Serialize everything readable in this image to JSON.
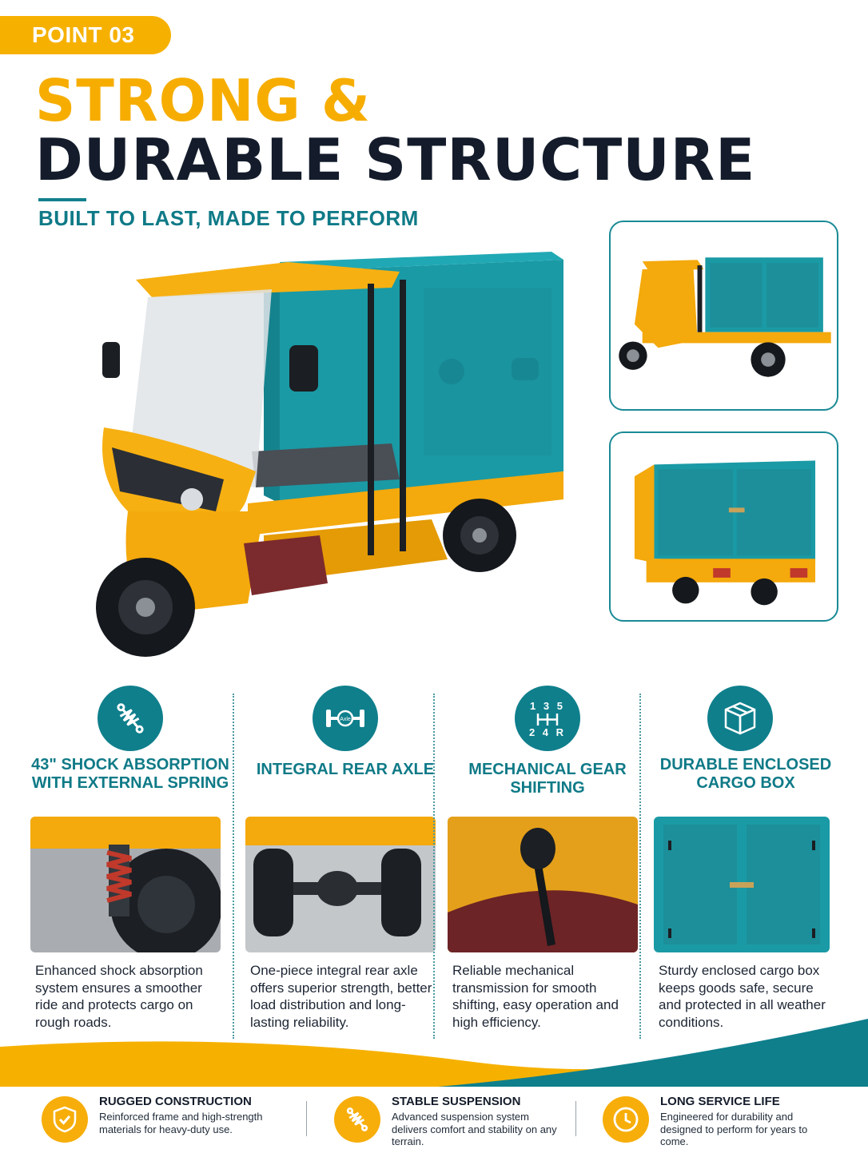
{
  "badge": {
    "label": "POINT 03"
  },
  "headline": {
    "line1": "STRONG &",
    "line2": "DURABLE STRUCTURE"
  },
  "subtitle": "BUILT TO LAST, MADE TO PERFORM",
  "colors": {
    "accent_yellow": "#f6ad00",
    "teal": "#0f7f8c",
    "navy": "#141c2b"
  },
  "features": [
    {
      "icon": "shock-absorber-icon",
      "title": "43\" SHOCK ABSORPTION WITH EXTERNAL SPRING",
      "description": "Enhanced shock absorption system ensures a smoother ride and protects cargo on rough roads."
    },
    {
      "icon": "rear-axle-icon",
      "title": "INTEGRAL REAR AXLE",
      "description": "One-piece integral rear axle offers superior strength, better load distribution and long-lasting reliability."
    },
    {
      "icon": "gear-shift-icon",
      "title": "MECHANICAL GEAR SHIFTING",
      "description": "Reliable mechanical transmission for smooth shifting, easy operation and high efficiency."
    },
    {
      "icon": "cargo-box-icon",
      "title": "DURABLE ENCLOSED CARGO BOX",
      "description": "Sturdy enclosed cargo box keeps goods safe, secure and protected in all weather conditions."
    }
  ],
  "gear_pattern": {
    "top": "1 3 5",
    "bottom": "2 4 R"
  },
  "axle_icon_label": "Axle",
  "bottom": [
    {
      "icon": "shield-check-icon",
      "title": "RUGGED CONSTRUCTION",
      "description": "Reinforced frame and high-strength materials for heavy-duty use."
    },
    {
      "icon": "suspension-icon",
      "title": "STABLE SUSPENSION",
      "description": "Advanced suspension system delivers comfort and stability on any terrain."
    },
    {
      "icon": "clock-icon",
      "title": "LONG SERVICE LIFE",
      "description": "Engineered for durability and designed to perform for years to come."
    }
  ]
}
